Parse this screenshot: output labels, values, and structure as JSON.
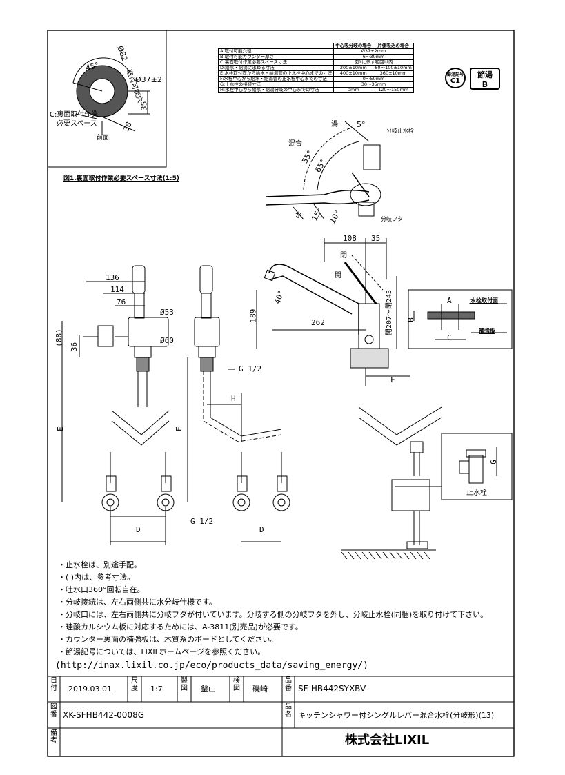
{
  "detail": {
    "title": "図1.裏面取付作業必要スペース寸法(1:5)",
    "angle": "45°",
    "dia_outer": "Ø82",
    "hole_label": "取付可能穴",
    "dia_hole": "Ø37±2",
    "dim_35": "35",
    "dim_38": "38",
    "space_label_1": "C:裏面取付作業",
    "space_label_2": "必要スペース",
    "front_label": "前面"
  },
  "spec_table": {
    "col_center": "中心吸分岐の場合",
    "col_side": "片側吸込の場合",
    "rows": [
      {
        "label": "A:取付可能穴径",
        "center": "Ø37±2mm",
        "side": ""
      },
      {
        "label": "B:取付可能カウンター厚さ",
        "center": "6〜30mm",
        "side": ""
      },
      {
        "label": "C:裏面取付作業必要スペース寸法",
        "center": "図1に示す範囲以内",
        "side": ""
      },
      {
        "label": "D:給水・給湯に求める寸法",
        "center": "200±10mm",
        "side": "80〜100±10mm"
      },
      {
        "label": "E:水栓取付面から給水・給湯管の止水栓中心までの寸法",
        "center": "400±10mm",
        "side": "360±10mm"
      },
      {
        "label": "F:水栓中心から給水・給湯管の止水栓中心までの寸法",
        "center": "0〜50mm",
        "side": ""
      },
      {
        "label": "G:止水栓の接続寸法",
        "center": "30〜35mm",
        "side": ""
      },
      {
        "label": "H:水栓中心から給水・給湯分岐の中心までの寸法",
        "center": "0mm",
        "side": "120〜150mm"
      }
    ]
  },
  "marks": {
    "mark1_top": "節湯記号",
    "mark1_bottom": "C1",
    "mark2_top": "節湯",
    "mark2_bottom": "B"
  },
  "plan_view": {
    "hot": "湯",
    "mixed": "混合",
    "water": "水",
    "angle_5": "5°",
    "angle_55": "55°",
    "angle_65": "65°",
    "angle_15": "15°",
    "angle_10": "10°",
    "branch_valve": "分岐止水栓",
    "branch_cap": "分岐フタ"
  },
  "front_view": {
    "dims": [
      "136",
      "114",
      "76",
      "Ø53",
      "Ø60",
      "(88)",
      "36"
    ],
    "E": "E",
    "D": "D",
    "g_half": "G 1/2"
  },
  "side_view": {
    "g_half_top": "G 1/2",
    "H": "H",
    "E": "E",
    "D": "D"
  },
  "right_view": {
    "dim_108": "108",
    "dim_35": "35",
    "close": "閉",
    "open": "開",
    "angle_40": "40°",
    "dim_189": "189",
    "dim_262": "262",
    "stroke": "開207〜閉243",
    "F": "F"
  },
  "mount_detail": {
    "A": "A",
    "B": "B",
    "C": "C",
    "mount_face": "水栓取付面",
    "reinforce": "補強板"
  },
  "valve_detail": {
    "G": "G",
    "label": "止水栓"
  },
  "notes": [
    "・止水栓は、別途手配。",
    "・( )内は、参考寸法。",
    "・吐水口360°回転自在。",
    "・分岐接続は、左右両側共に水分岐仕様です。",
    "・分岐口には、左右両側共に分岐フタが付いています。分岐する側の分岐フタを外し、分岐止水栓(同梱)を取り付けて下さい。",
    "・珪酸カルシウム板に対応するためには、A-3811(別売品)が必要です。",
    "・カウンター裏面の補強板は、木質系のボードとしてください。",
    "・節湯記号については、LIXILホームページを参照ください。"
  ],
  "url": "(http://inax.lixil.co.jp/eco/products_data/saving_energy/)",
  "title_block": {
    "date_label": "日付",
    "date": "2019.03.01",
    "scale_label": "尺度",
    "scale": "1:7",
    "drawn_label": "製図",
    "drawn": "釜山",
    "check_label": "検図",
    "check": "磯崎",
    "product_no_label": "品番",
    "product_no": "SF-HB442SYXBV",
    "drawing_no_label": "図番",
    "drawing_no": "XK-SFHB442-0008G",
    "product_name_label": "品名",
    "product_name": "キッチンシャワー付シングルレバー混合水栓(分岐形)(13)",
    "remarks_label": "備考",
    "company": "株式会社LIXIL"
  }
}
